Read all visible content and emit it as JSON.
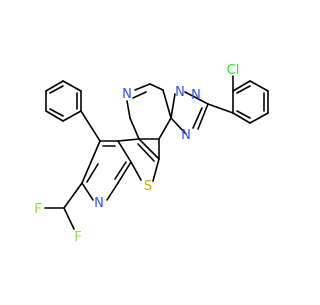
{
  "molecule": {
    "atom_labels": {
      "cl": "Cl",
      "n_pyrimidine_top": "N",
      "n_triazole_a": "N",
      "n_triazole_b": "N",
      "n_triazole_c": "N",
      "s_thiophene": "S",
      "n_pyridine": "N",
      "f_left": "F",
      "f_right": "F"
    },
    "colors": {
      "bond": "#000000",
      "nitrogen": "#3050f8",
      "sulfur": "#c6b000",
      "chlorine": "#1ff01f",
      "fluorine": "#90e050"
    }
  }
}
